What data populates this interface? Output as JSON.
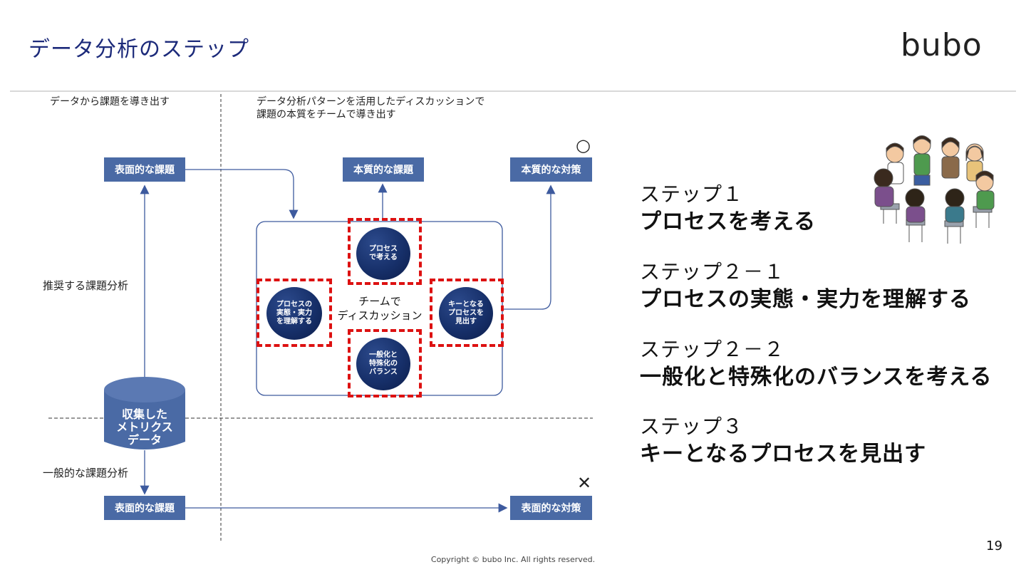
{
  "header": {
    "title": "データ分析のステップ",
    "logo": "bubo"
  },
  "diagram": {
    "note_left": "データから課題を導き出す",
    "note_right": "データ分析パターンを活用したディスカッションで\n課題の本質をチームで導き出す",
    "label_recommended": "推奨する課題分析",
    "label_general": "一般的な課題分析",
    "box_surface_issue_top": "表面的な課題",
    "box_essential_issue": "本質的な課題",
    "box_essential_measure": "本質的な対策",
    "box_surface_issue_bottom": "表面的な課題",
    "box_surface_measure": "表面的な対策",
    "center_text": "チームで\nディスカッション",
    "circle_top": "プロセス\nで考える",
    "circle_left": "プロセスの\n実態・実力\nを理解する",
    "circle_right": "キーとなる\nプロセスを\n見出す",
    "circle_bottom": "一般化と\n特殊化の\nバランス",
    "cylinder": "収集した\nメトリクス\nデータ",
    "mark_good": "○",
    "mark_bad": "✕"
  },
  "steps": [
    {
      "label": "ステップ１",
      "text": "プロセスを考える"
    },
    {
      "label": "ステップ２－１",
      "text": "プロセスの実態・実力を理解する"
    },
    {
      "label": "ステップ２－２",
      "text": "一般化と特殊化のバランスを考える"
    },
    {
      "label": "ステップ３",
      "text": "キーとなるプロセスを見出す"
    }
  ],
  "footer": {
    "copyright": "Copyright © bubo Inc. All rights reserved.",
    "page": "19"
  },
  "colors": {
    "title": "#1c2a7a",
    "box": "#4a6aa5",
    "arrow": "#3d5a9e",
    "highlight": "#dd1111"
  },
  "icons": {
    "illustration": "people-discussion-illustration"
  }
}
